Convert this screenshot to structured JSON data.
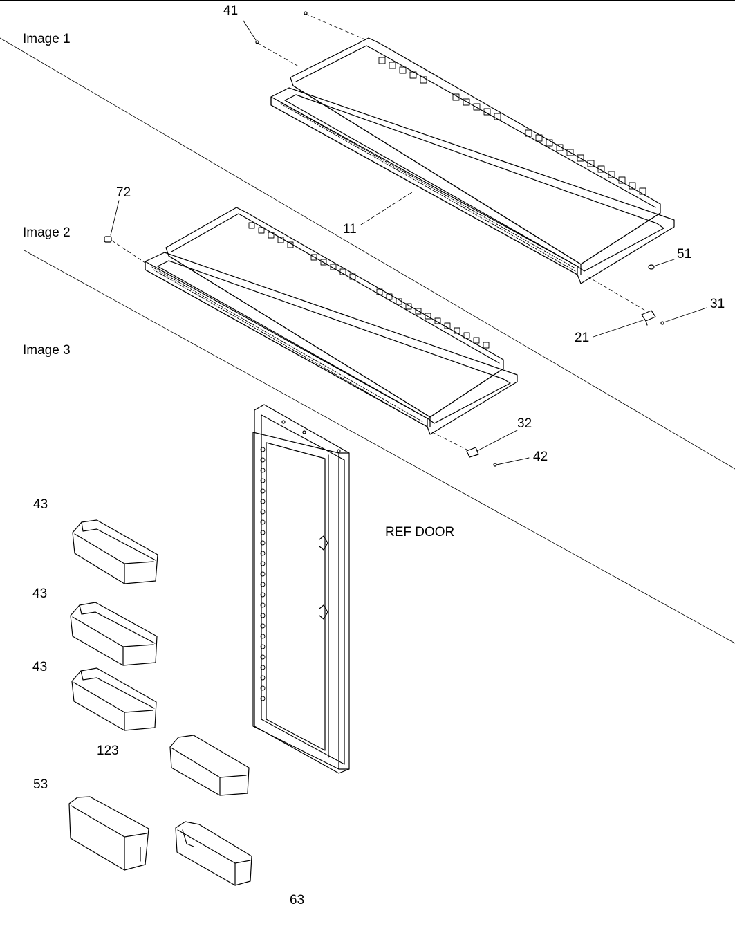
{
  "section_labels": {
    "image_1": "Image 1",
    "image_2": "Image 2",
    "image_3": "Image 3"
  },
  "door_label": "REF DOOR",
  "callouts": {
    "c41": "41",
    "c11": "11",
    "c51": "51",
    "c31": "31",
    "c21": "21",
    "c72": "72",
    "c32": "32",
    "c42": "42",
    "c43a": "43",
    "c43b": "43",
    "c43c": "43",
    "c123": "123",
    "c53": "53",
    "c63": "63"
  }
}
